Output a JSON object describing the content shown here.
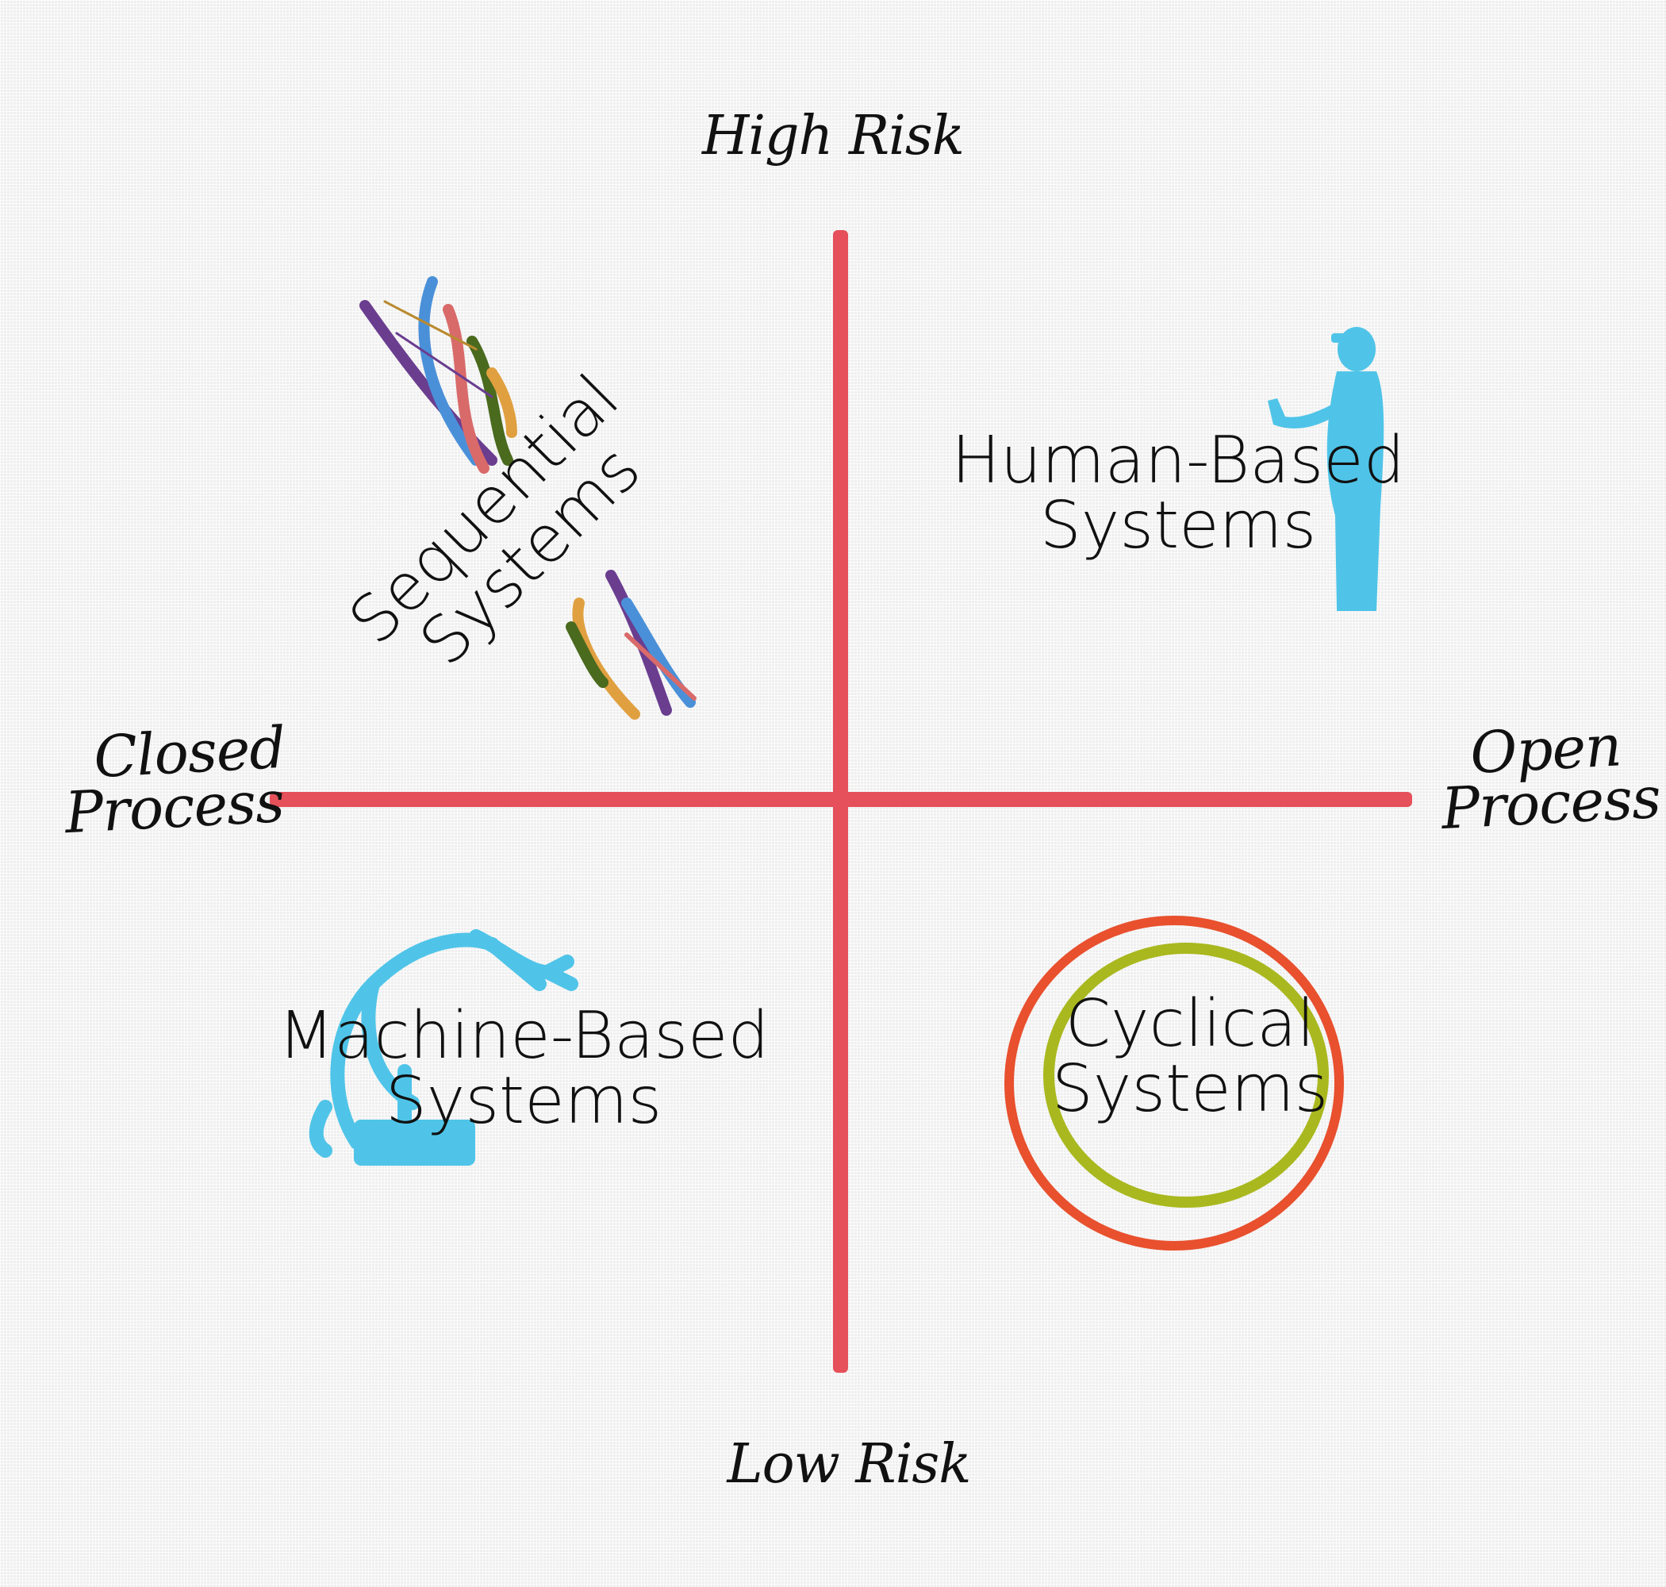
{
  "axes": {
    "top_label": "High Risk",
    "bottom_label": "Low Risk",
    "left_label": [
      "Closed",
      "Process"
    ],
    "right_label": [
      "Open",
      "Process"
    ]
  },
  "quadrants": {
    "top_left": [
      "Sequential",
      "Systems"
    ],
    "top_right": [
      "Human-Based",
      "Systems"
    ],
    "bottom_left": [
      "Machine-Based",
      "Systems"
    ],
    "bottom_right": [
      "Cyclical",
      "Systems"
    ]
  },
  "colors": {
    "axis": "#e5505a",
    "icon_blue": "#4fc4e8",
    "cycle_outer": "#e8502e",
    "cycle_inner": "#a9b81e",
    "helix": [
      "#6a3d8f",
      "#4a90d9",
      "#d96a6a",
      "#4a6a1e",
      "#e0a040"
    ]
  },
  "icons": {
    "top_left": "dna-helix-icon",
    "top_right": "person-silhouette-icon",
    "bottom_left": "robot-arm-icon",
    "bottom_right": "cycle-rings-icon"
  }
}
